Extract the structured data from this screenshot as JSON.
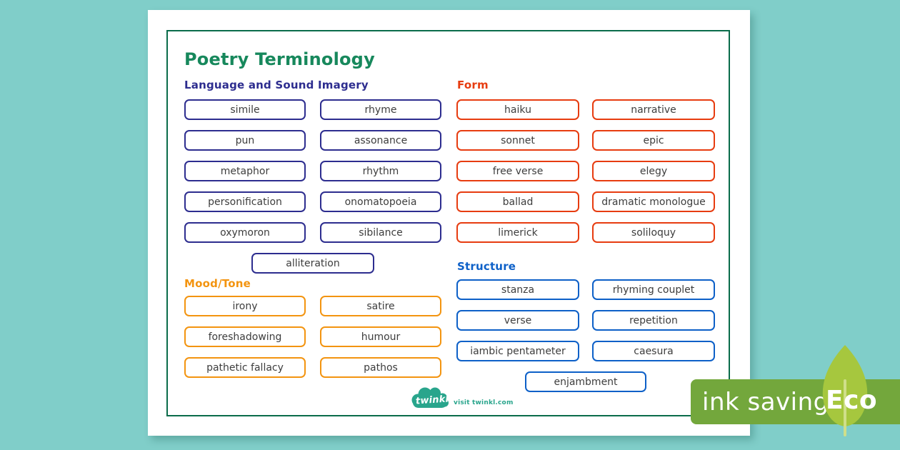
{
  "page_title": "Poetry Terminology",
  "colors": {
    "background": "#80cec9",
    "card_border": "#0a6c4a",
    "title": "#17885c",
    "language": "#2d2d8f",
    "form": "#e73c10",
    "mood": "#f39410",
    "structure": "#0d60c8",
    "banner": "#73a73c",
    "leaf": "#a6c73e",
    "logo": "#29a58c"
  },
  "sections": [
    {
      "label": "Language and Sound Imagery",
      "words": [
        "simile",
        "rhyme",
        "pun",
        "assonance",
        "metaphor",
        "rhythm",
        "personification",
        "onomatopoeia",
        "oxymoron",
        "sibilance",
        "alliteration"
      ]
    },
    {
      "label": "Form",
      "words": [
        "haiku",
        "narrative",
        "sonnet",
        "epic",
        "free verse",
        "elegy",
        "ballad",
        "dramatic monologue",
        "limerick",
        "soliloquy"
      ]
    },
    {
      "label": "Mood/Tone",
      "words": [
        "irony",
        "satire",
        "foreshadowing",
        "humour",
        "pathetic fallacy",
        "pathos"
      ]
    },
    {
      "label": "Structure",
      "words": [
        "stanza",
        "rhyming couplet",
        "verse",
        "repetition",
        "iambic pentameter",
        "caesura",
        "enjambment"
      ]
    }
  ],
  "footer": {
    "logo": "twinkl",
    "visit": "visit twinkl.com"
  },
  "eco": {
    "ink_saving": "ink saving",
    "eco": "Eco"
  }
}
